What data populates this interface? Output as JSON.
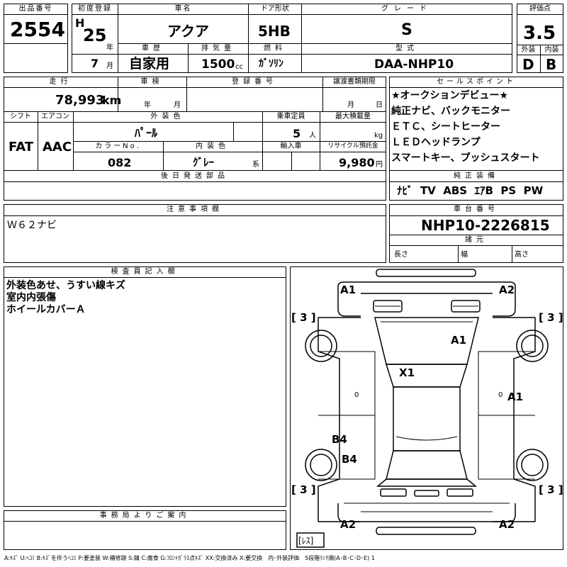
{
  "header": {
    "lot_label": "出品番号",
    "lot_number": "2554",
    "first_reg_label": "初度登録",
    "era": "H",
    "year": "25",
    "year_unit": "年",
    "month": "7",
    "month_unit": "月",
    "car_name_label": "車名",
    "car_name": "アクア",
    "door_label": "ドア形状",
    "door": "5HB",
    "grade_label": "グレード",
    "grade": "S",
    "score_label": "評価点",
    "score": "3.5",
    "history_label": "車歴",
    "history": "自家用",
    "displacement_label": "排気量",
    "displacement": "1500",
    "displacement_unit": "cc",
    "fuel_label": "燃料",
    "fuel": "ｶﾞｿﾘﾝ",
    "model_label": "型式",
    "model": "DAA-NHP10",
    "exterior_label": "外装",
    "exterior": "D",
    "interior_label": "内装",
    "interior": "B"
  },
  "info": {
    "mileage_label": "走行",
    "mileage": "78,993",
    "mileage_unit": "km",
    "inspection_label": "車検",
    "inspection_year_unit": "年",
    "inspection_month_unit": "月",
    "reg_no_label": "登録番号",
    "transfer_label": "譲渡書類期限",
    "transfer_month_unit": "月",
    "transfer_day_unit": "日",
    "shift_label": "シフト",
    "shift": "FAT",
    "ac_label": "エアコン",
    "ac": "AAC",
    "ext_color_label": "外装色",
    "ext_color": "ﾊﾟｰﾙ",
    "capacity_label": "乗車定員",
    "capacity": "5",
    "capacity_unit": "人",
    "max_load_label": "最大積載量",
    "max_load_unit": "kg",
    "color_no_label": "カラーNo.",
    "color_no": "082",
    "int_color_label": "内装色",
    "int_color": "ｸﾞﾚｰ",
    "int_color_unit": "系",
    "import_label": "輸入車",
    "recycle_label": "リサイクル預託金",
    "recycle": "9,980",
    "recycle_unit": "円",
    "later_parts_label": "後日発送部品"
  },
  "sales": {
    "label": "セールスポイント",
    "points": [
      "★オークションデビュー★",
      "純正ナビ、バックモニター",
      "ＥＴＣ、シートヒーター",
      "ＬＥＤヘッドランプ",
      "スマートキー、プッシュスタート"
    ],
    "equipment_label": "純正装備",
    "equipment": "ﾅﾋﾞ  TV  ABS  ｴｱB  PS  PW"
  },
  "notes": {
    "label": "注意事項欄",
    "text": "Ｗ６２ナビ"
  },
  "chassis": {
    "label": "車台番号",
    "number": "NHP10-2226815",
    "specs_label": "諸元",
    "length_label": "長さ",
    "width_label": "幅",
    "height_label": "高さ"
  },
  "inspector": {
    "label": "検査員記入欄",
    "lines": [
      "外装色あせ、うすい線キズ",
      "室内内張傷",
      "ホイールカバーＡ"
    ]
  },
  "office": {
    "label": "事務局よりご案内"
  },
  "diagram": {
    "marks": {
      "a1_front_left": "A1",
      "a2_front_right": "A2",
      "a1_hood": "A1",
      "x1_roof": "X1",
      "a1_right_door": "A1",
      "b4_left_rear_door": "B4",
      "b4_left_quarter": "B4",
      "a2_rear_left": "A2",
      "a2_rear_right": "A2",
      "tire_fl": "[ 3 ]",
      "tire_fr": "[ 3 ]",
      "tire_rl": "[ 3 ]",
      "tire_rr": "[ 3 ]",
      "spare": "[ﾚｽ]",
      "zero_left": "0",
      "zero_right": "0"
    }
  },
  "legend": "A:ｷｽﾞ U:ﾍｺﾐ B:ｷｽﾞを伴うﾍｺﾐ P:要塗装 W:補修跡 S:錆 C:腐食 G:ﾌﾛﾝﾄｶﾞﾗｽ点ｷｽﾞ XX:交換済み X:要交換　内･外装評価　5段階ﾗﾝｸ順(A･B･C･D･E) 1"
}
